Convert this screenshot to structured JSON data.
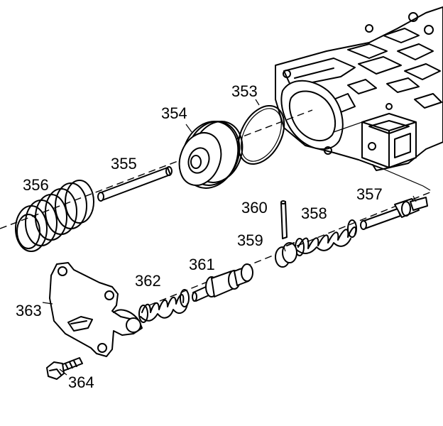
{
  "callouts": {
    "c353": "353",
    "c354": "354",
    "c355": "355",
    "c356": "356",
    "c357": "357",
    "c358": "358",
    "c359": "359",
    "c360": "360",
    "c361": "361",
    "c362": "362",
    "c363": "363",
    "c364": "364"
  }
}
